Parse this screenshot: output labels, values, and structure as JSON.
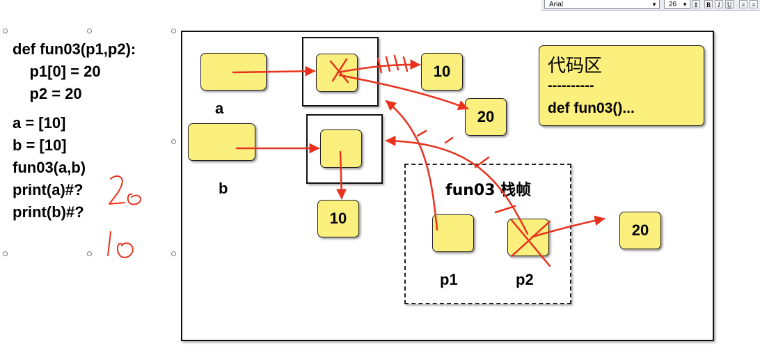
{
  "toolbar": {
    "font_name": "Arial",
    "font_size": "26",
    "bold_label": "B",
    "italic_label": "I",
    "underline_label": "U"
  },
  "code": {
    "lines": [
      "def fun03(p1,p2):",
      "    p1[0] = 20",
      "    p2 = 20",
      "a = [10]",
      "b = [10]",
      "fun03(a,b)",
      "print(a)#?",
      "print(b)#?"
    ],
    "handwritten_answers": [
      "20",
      "10"
    ]
  },
  "diagram": {
    "var_a": "a",
    "var_b": "b",
    "list_a_old_value": "10",
    "list_a_new_value": "20",
    "list_b_value": "10",
    "frame_title": "fun03 栈帧",
    "param_p1": "p1",
    "param_p2": "p2",
    "p2_new_value": "20",
    "code_area_title": "代码区",
    "code_area_divider": "----------",
    "code_area_content": "def fun03()...",
    "arrow_color": "#e8321e",
    "box_fill": "#fbef7e"
  }
}
